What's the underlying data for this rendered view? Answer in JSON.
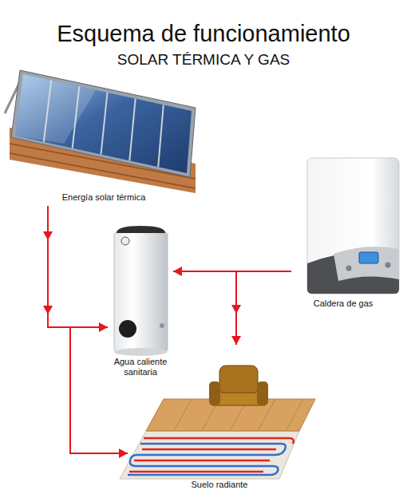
{
  "diagram": {
    "title": "Esquema de funcionamiento",
    "nodes": [
      {
        "text": [
          "Energía solar térmica"
        ]
      },
      {
        "text": [
          "Caldera de gas"
        ]
      },
      {
        "text": [
          "Agua caliente sanitaria"
        ]
      },
      {
        "text": [
          "Suelo radiante"
        ]
      }
    ],
    "edges": [
      {
        "from": 0,
        "to": 2,
        "arrow": "to"
      },
      {
        "from": 0,
        "to": 3,
        "arrow": "to"
      },
      {
        "from": 1,
        "to": 2,
        "arrow": "to"
      },
      {
        "from": 1,
        "to": 3,
        "arrow": "to"
      }
    ],
    "labels": [
      "SOLAR TÉRMICA Y GAS"
    ]
  }
}
